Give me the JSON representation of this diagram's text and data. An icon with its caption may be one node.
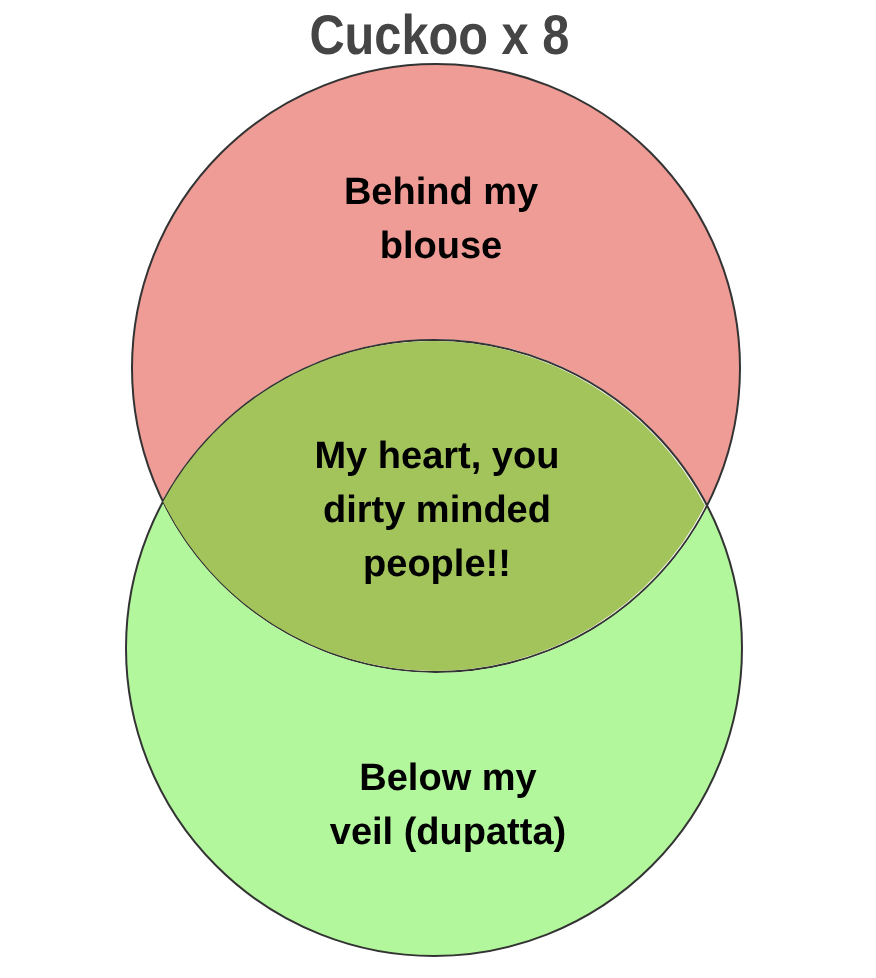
{
  "diagram": {
    "title": "Cuckoo x 8",
    "nodes": [
      {
        "text": [
          "Behind my blouse"
        ]
      },
      {
        "text": [
          "My heart, you dirty minded people!!"
        ]
      },
      {
        "text": [
          "Below my veil (dupatta)"
        ]
      }
    ]
  }
}
